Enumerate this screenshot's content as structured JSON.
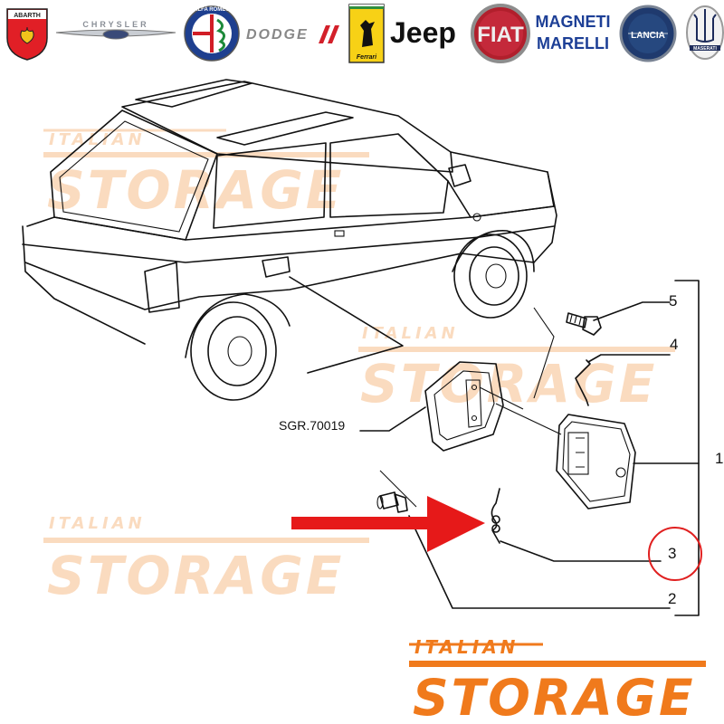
{
  "brands": {
    "abarth": "ABARTH",
    "chrysler": "CHRYSLER",
    "alfa": "ALFA ROMEO",
    "dodge": "DODGE",
    "ferrari": "Ferrari",
    "jeep": "Jeep",
    "fiat": "FIAT",
    "magneti_1": "MAGNETI",
    "magneti_2": "MARELLI",
    "lancia": "LANCIA",
    "maserati": "MASERATI"
  },
  "watermark": {
    "small": "ITALIAN",
    "big": "STORAGE",
    "color": "#f39a4a"
  },
  "footer_logo": {
    "small": "ITALIAN",
    "big": "STORAGE",
    "color": "#f07a1c"
  },
  "diagram": {
    "group_code": "SGR.70019",
    "callouts": [
      "1",
      "2",
      "3",
      "4",
      "5"
    ],
    "highlighted_callout": "3",
    "highlight_color": "#e02020",
    "arrow_color": "#e61919"
  }
}
